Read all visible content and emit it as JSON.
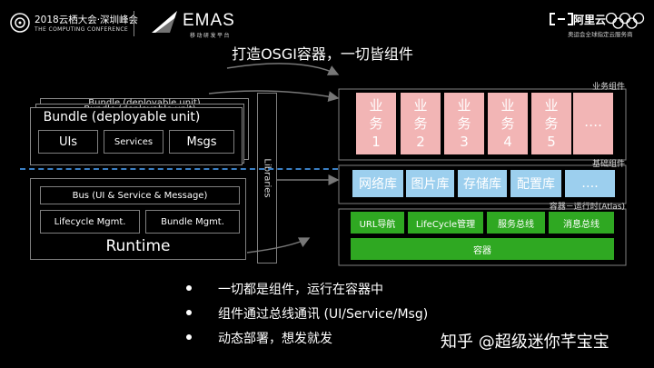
{
  "header": {
    "conf_title": "2018云栖大会·深圳峰会",
    "conf_sub": "THE COMPUTING CONFERENCE",
    "emas_name": "EMAS",
    "emas_sub": "移动研发平台",
    "aliyun_name": "阿里云",
    "aliyun_sub": "奥运会全球指定云服务商"
  },
  "title": "打造OSGI容器，一切皆组件",
  "left": {
    "bundle_back_label": "Bundle (deployable unit)",
    "bundle_mid_label": "Bundle (deployable unit)",
    "bundle_front_label": "Bundle (deployable unit)",
    "bundle_cells": [
      "UIs",
      "Services",
      "Msgs"
    ],
    "libraries": "Libraries",
    "bus": "Bus (UI & Service & Message)",
    "lifecycle": "Lifecycle Mgmt.",
    "bundle_mgmt": "Bundle Mgmt.",
    "runtime": "Runtime"
  },
  "right": {
    "business_label": "业务组件",
    "business": [
      [
        "业",
        "务",
        "1"
      ],
      [
        "业",
        "务",
        "2"
      ],
      [
        "业",
        "务",
        "3"
      ],
      [
        "业",
        "务",
        "4"
      ],
      [
        "业",
        "务",
        "5"
      ],
      [
        "….",
        "",
        ""
      ]
    ],
    "base_label": "基础组件",
    "base": [
      "网络库",
      "图片库",
      "存储库",
      "配置库",
      "…."
    ],
    "runtime_label": "容器－运行时(Atlas)",
    "runtime_cells": [
      "URL导航",
      "LifeCycle管理",
      "服务总线",
      "消息总线"
    ],
    "container": "容器"
  },
  "bullets": [
    "一切都是组件，运行在容器中",
    "组件通过总线通讯 (UI/Service/Msg)",
    "动态部署，想发就发"
  ],
  "watermark": "知乎 @超级迷你芊宝宝",
  "colors": {
    "business": "#f2b5b5",
    "base": "#9ccfee",
    "runtime": "#2fa822",
    "dashed_line": "#3a7fc4"
  }
}
